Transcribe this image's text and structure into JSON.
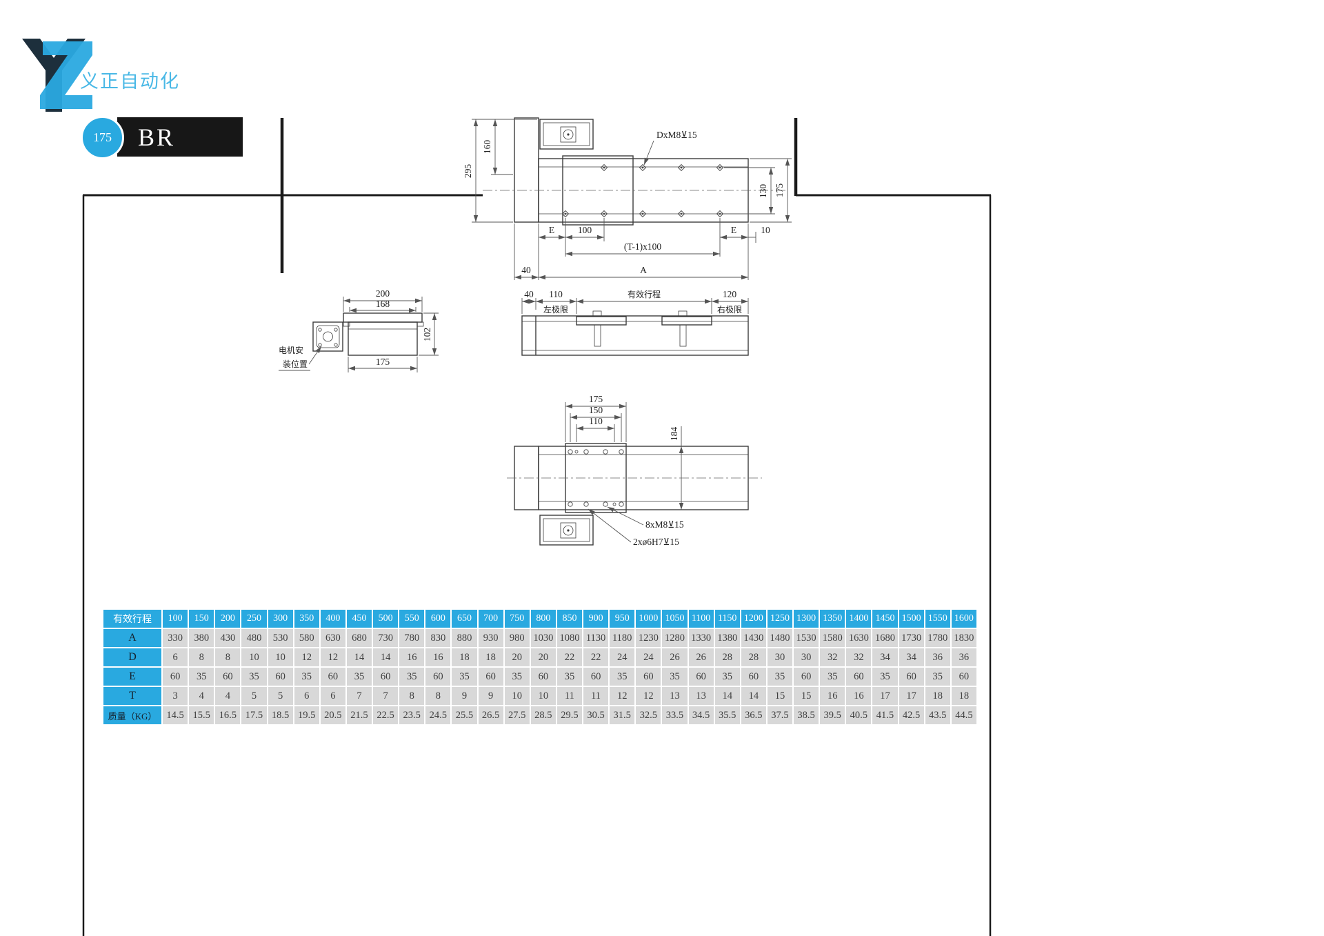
{
  "logo": {
    "mark": "YZ",
    "text": "义正自动化"
  },
  "header": {
    "size_badge": "175",
    "series": "BR"
  },
  "top_view": {
    "dim_295": "295",
    "dim_160": "160",
    "dim_130": "130",
    "dim_175": "175",
    "thread_label": "DxM8⊻15",
    "dim_E_left": "E",
    "dim_100": "100",
    "dim_T": "(T-1)x100",
    "dim_E_right": "E",
    "dim_10": "10",
    "dim_40": "40",
    "dim_A": "A"
  },
  "section_view": {
    "dim_200": "200",
    "dim_168": "168",
    "dim_102": "102",
    "dim_175": "175",
    "motor_note_line1": "电机安",
    "motor_note_line2": "装位置"
  },
  "side_view": {
    "dim_40": "40",
    "dim_110": "110",
    "stroke_label": "有效行程",
    "dim_120": "120",
    "left_limit": "左极限",
    "right_limit": "右极限"
  },
  "bottom_view": {
    "dim_175": "175",
    "dim_150": "150",
    "dim_110": "110",
    "dim_184": "184",
    "holes_label": "8xM8⊻15",
    "pins_label": "2xø6H7⊻15"
  },
  "table": {
    "header_label": "有效行程",
    "columns": [
      "100",
      "150",
      "200",
      "250",
      "300",
      "350",
      "400",
      "450",
      "500",
      "550",
      "600",
      "650",
      "700",
      "750",
      "800",
      "850",
      "900",
      "950",
      "1000",
      "1050",
      "1100",
      "1150",
      "1200",
      "1250",
      "1300",
      "1350",
      "1400",
      "1450",
      "1500",
      "1550",
      "1600"
    ],
    "rows": [
      {
        "label": "A",
        "values": [
          "330",
          "380",
          "430",
          "480",
          "530",
          "580",
          "630",
          "680",
          "730",
          "780",
          "830",
          "880",
          "930",
          "980",
          "1030",
          "1080",
          "1130",
          "1180",
          "1230",
          "1280",
          "1330",
          "1380",
          "1430",
          "1480",
          "1530",
          "1580",
          "1630",
          "1680",
          "1730",
          "1780",
          "1830"
        ]
      },
      {
        "label": "D",
        "values": [
          "6",
          "8",
          "8",
          "10",
          "10",
          "12",
          "12",
          "14",
          "14",
          "16",
          "16",
          "18",
          "18",
          "20",
          "20",
          "22",
          "22",
          "24",
          "24",
          "26",
          "26",
          "28",
          "28",
          "30",
          "30",
          "32",
          "32",
          "34",
          "34",
          "36",
          "36"
        ]
      },
      {
        "label": "E",
        "values": [
          "60",
          "35",
          "60",
          "35",
          "60",
          "35",
          "60",
          "35",
          "60",
          "35",
          "60",
          "35",
          "60",
          "35",
          "60",
          "35",
          "60",
          "35",
          "60",
          "35",
          "60",
          "35",
          "60",
          "35",
          "60",
          "35",
          "60",
          "35",
          "60",
          "35",
          "60"
        ]
      },
      {
        "label": "T",
        "values": [
          "3",
          "4",
          "4",
          "5",
          "5",
          "6",
          "6",
          "7",
          "7",
          "8",
          "8",
          "9",
          "9",
          "10",
          "10",
          "11",
          "11",
          "12",
          "12",
          "13",
          "13",
          "14",
          "14",
          "15",
          "15",
          "16",
          "16",
          "17",
          "17",
          "18",
          "18"
        ]
      },
      {
        "label": "质量（KG）",
        "values": [
          "14.5",
          "15.5",
          "16.5",
          "17.5",
          "18.5",
          "19.5",
          "20.5",
          "21.5",
          "22.5",
          "23.5",
          "24.5",
          "25.5",
          "26.5",
          "27.5",
          "28.5",
          "29.5",
          "30.5",
          "31.5",
          "32.5",
          "33.5",
          "34.5",
          "35.5",
          "36.5",
          "37.5",
          "38.5",
          "39.5",
          "40.5",
          "41.5",
          "42.5",
          "43.5",
          "44.5"
        ]
      }
    ]
  }
}
